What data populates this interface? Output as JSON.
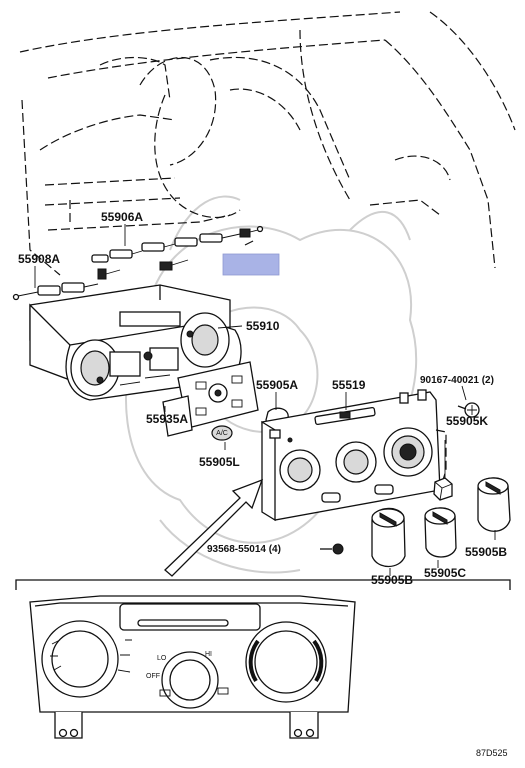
{
  "labels": {
    "p55906A": "55906A",
    "p55908A": "55908A",
    "p55910": "55910",
    "p55905A": "55905A",
    "p55519": "55519",
    "p90167": "90167-40021 (2)",
    "p55935A": "55935A",
    "p55905K": "55905K",
    "p55905L": "55905L",
    "p93568": "93568-55014 (4)",
    "p55905B_left": "55905B",
    "p55905C": "55905C",
    "p55905B_right": "55905B"
  },
  "panel_text": {
    "lo": "LO",
    "hi": "HI",
    "off": "OFF"
  },
  "ref_code": "87D525",
  "highlight_color": "#a9b3e6"
}
